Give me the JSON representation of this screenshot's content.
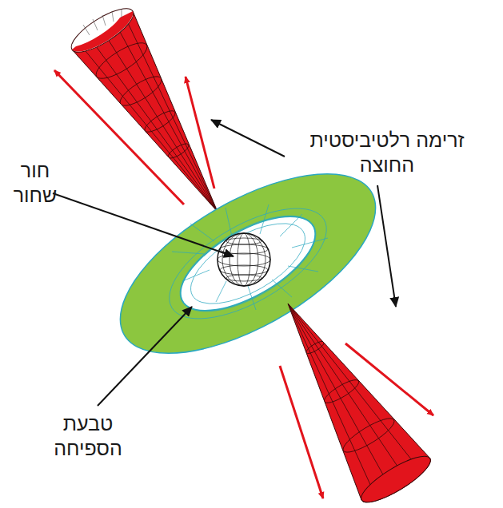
{
  "diagram": {
    "labels": [
      "זרימה רלטיביסטית החוצה",
      "חור שחור",
      "טבעת הספיחה"
    ]
  }
}
